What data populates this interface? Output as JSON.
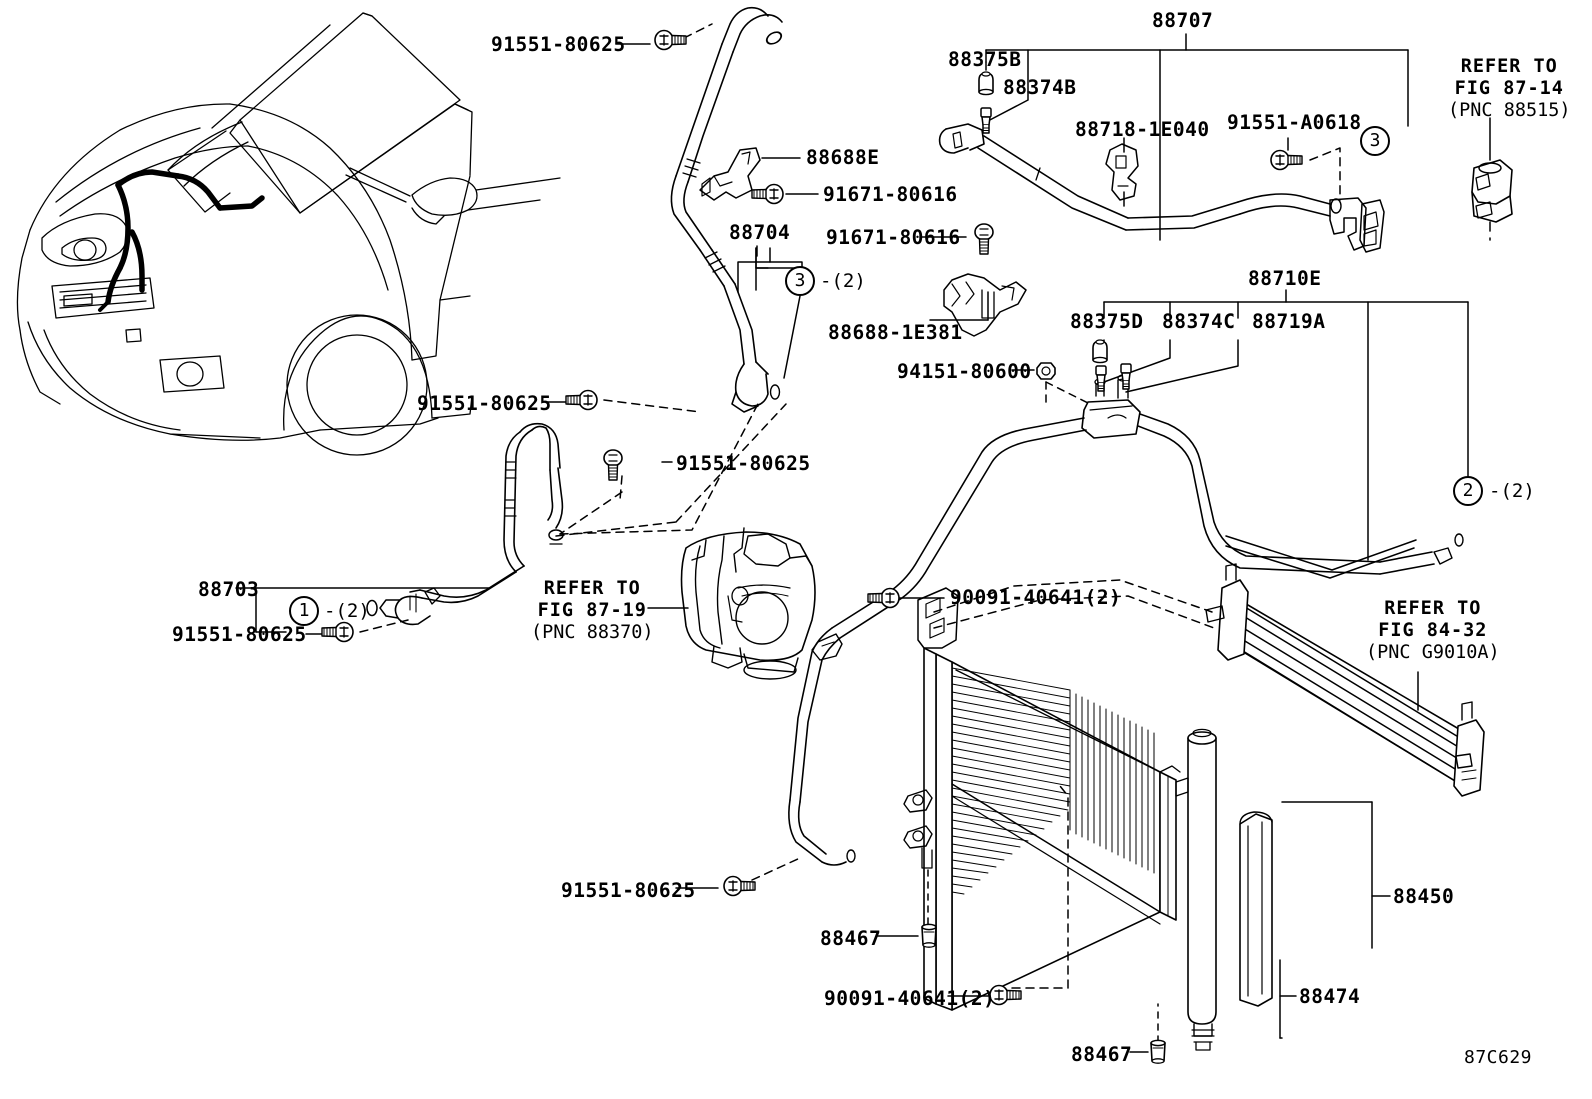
{
  "diagram": {
    "title": "Toyota Prius A/C Refrigerant Piping Parts Diagram",
    "figure_code": "87C629",
    "vehicle_illustration": "prius-front-three-quarter-hood-open"
  },
  "labels": {
    "bolt_91551_80625_top": "91551-80625",
    "bracket_88688E": "88688E",
    "bolt_91671_80616_a": "91671-80616",
    "bolt_91671_80616_b": "91671-80616",
    "hose_88704": "88704",
    "bracket_88688_1E381": "88688-1E381",
    "nut_94151_80600": "94151-80600",
    "bolt_91551_80625_mid_left": "91551-80625",
    "bolt_91551_80625_mid_center": "91551-80625",
    "tube_88707": "88707",
    "oring_88375B": "88375B",
    "valve_88374B": "88374B",
    "clamp_88718_1E040": "88718-1E040",
    "bolt_91551_A0618": "91551-A0618",
    "tube_88710E": "88710E",
    "oring_88375D": "88375D",
    "valve_88374C": "88374C",
    "cap_88719A": "88719A",
    "refer_fig_87_14_line1": "REFER TO",
    "refer_fig_87_14_line2": "FIG 87-14",
    "refer_fig_87_14_pnc": "(PNC 88515)",
    "hose_88703": "88703",
    "bolt_91551_80625_lower_left": "91551-80625",
    "refer_fig_87_19_line1": "REFER TO",
    "refer_fig_87_19_line2": "FIG 87-19",
    "refer_fig_87_19_pnc": "(PNC 88370)",
    "bolt_90091_40641_upper": "90091-40641(2)",
    "bolt_90091_40641_lower": "90091-40641(2)",
    "refer_fig_84_32_line1": "REFER TO",
    "refer_fig_84_32_line2": "FIG 84-32",
    "refer_fig_84_32_pnc": "(PNC G9010A)",
    "bolt_91551_80625_bottom": "91551-80625",
    "cushion_88467_upper": "88467",
    "cushion_88467_lower": "88467",
    "condenser_88450": "88450",
    "drier_88474": "88474",
    "figure_code": "87C629"
  },
  "callouts": {
    "c88704": {
      "number": "3",
      "qty": "-(2)"
    },
    "c88707": {
      "number": "3",
      "qty": ""
    },
    "c88703": {
      "number": "1",
      "qty": "-(2)"
    },
    "c88710E": {
      "number": "2",
      "qty": "-(2)"
    }
  },
  "colors": {
    "line": "#000000",
    "background": "#ffffff",
    "highlight": "#000000"
  }
}
